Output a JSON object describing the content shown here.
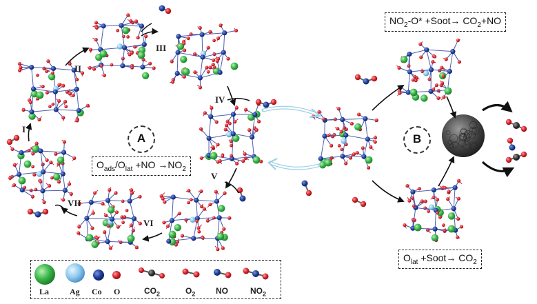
{
  "cycle_a": {
    "label": "A",
    "equation": {
      "pre": "O",
      "sub1": "ads",
      "mid": "/O",
      "sub2": "lat",
      "post": " +NO →NO",
      "sub3": "2"
    },
    "steps": [
      "I",
      "II",
      "III",
      "IV",
      "V",
      "VI",
      "VII"
    ]
  },
  "cycle_b": {
    "label": "B",
    "equation_top": {
      "pre": "NO",
      "sub1": "2",
      "post": "-O* +Soot→ CO",
      "sub2": "2",
      "tail": "+NO"
    },
    "equation_bottom": {
      "pre": "O",
      "sub1": "lat",
      "post": " +Soot→ CO",
      "sub2": "2"
    }
  },
  "legend": {
    "atoms": [
      "La",
      "Ag",
      "Co",
      "O"
    ],
    "molecules": [
      {
        "pre": "CO",
        "sub": "2"
      },
      {
        "pre": "O",
        "sub": "2"
      },
      {
        "pre": "NO",
        "sub": ""
      },
      {
        "pre": "NO",
        "sub": "2"
      }
    ]
  },
  "colors": {
    "la": "#39b54a",
    "ag": "#8ec9ee",
    "co": "#1f3f9a",
    "o": "#d9232d",
    "soot": "#4a4a4a",
    "carbon": "#333333",
    "arrow": "#111111",
    "double_arrow": "#9fd0e6"
  }
}
